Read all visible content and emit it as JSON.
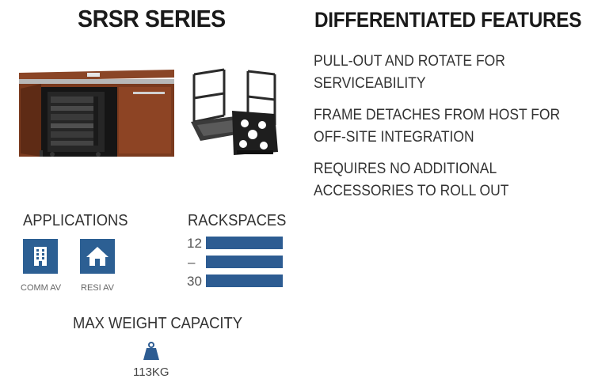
{
  "header": {
    "series_title": "SRSR SERIES",
    "features_title": "DIFFERENTIATED FEATURES"
  },
  "features": [
    "PULL-OUT AND ROTATE FOR SERVICEABILITY",
    "FRAME DETACHES FROM HOST FOR OFF-SITE INTEGRATION",
    "REQUIRES NO ADDITIONAL ACCESSORIES TO ROLL OUT"
  ],
  "applications": {
    "label": "APPLICATIONS",
    "items": [
      {
        "caption": "COMM AV",
        "icon": "building-icon"
      },
      {
        "caption": "RESI AV",
        "icon": "house-icon"
      }
    ]
  },
  "rackspaces": {
    "label": "RACKSPACES",
    "min": "12",
    "separator": "–",
    "max": "30"
  },
  "weight": {
    "label": "MAX WEIGHT CAPACITY",
    "value": "113KG",
    "icon": "weight-icon"
  },
  "colors": {
    "accent": "#2d5c92",
    "cabinet_wood": "#7a3a1e",
    "rack_black": "#1e1e1e"
  }
}
